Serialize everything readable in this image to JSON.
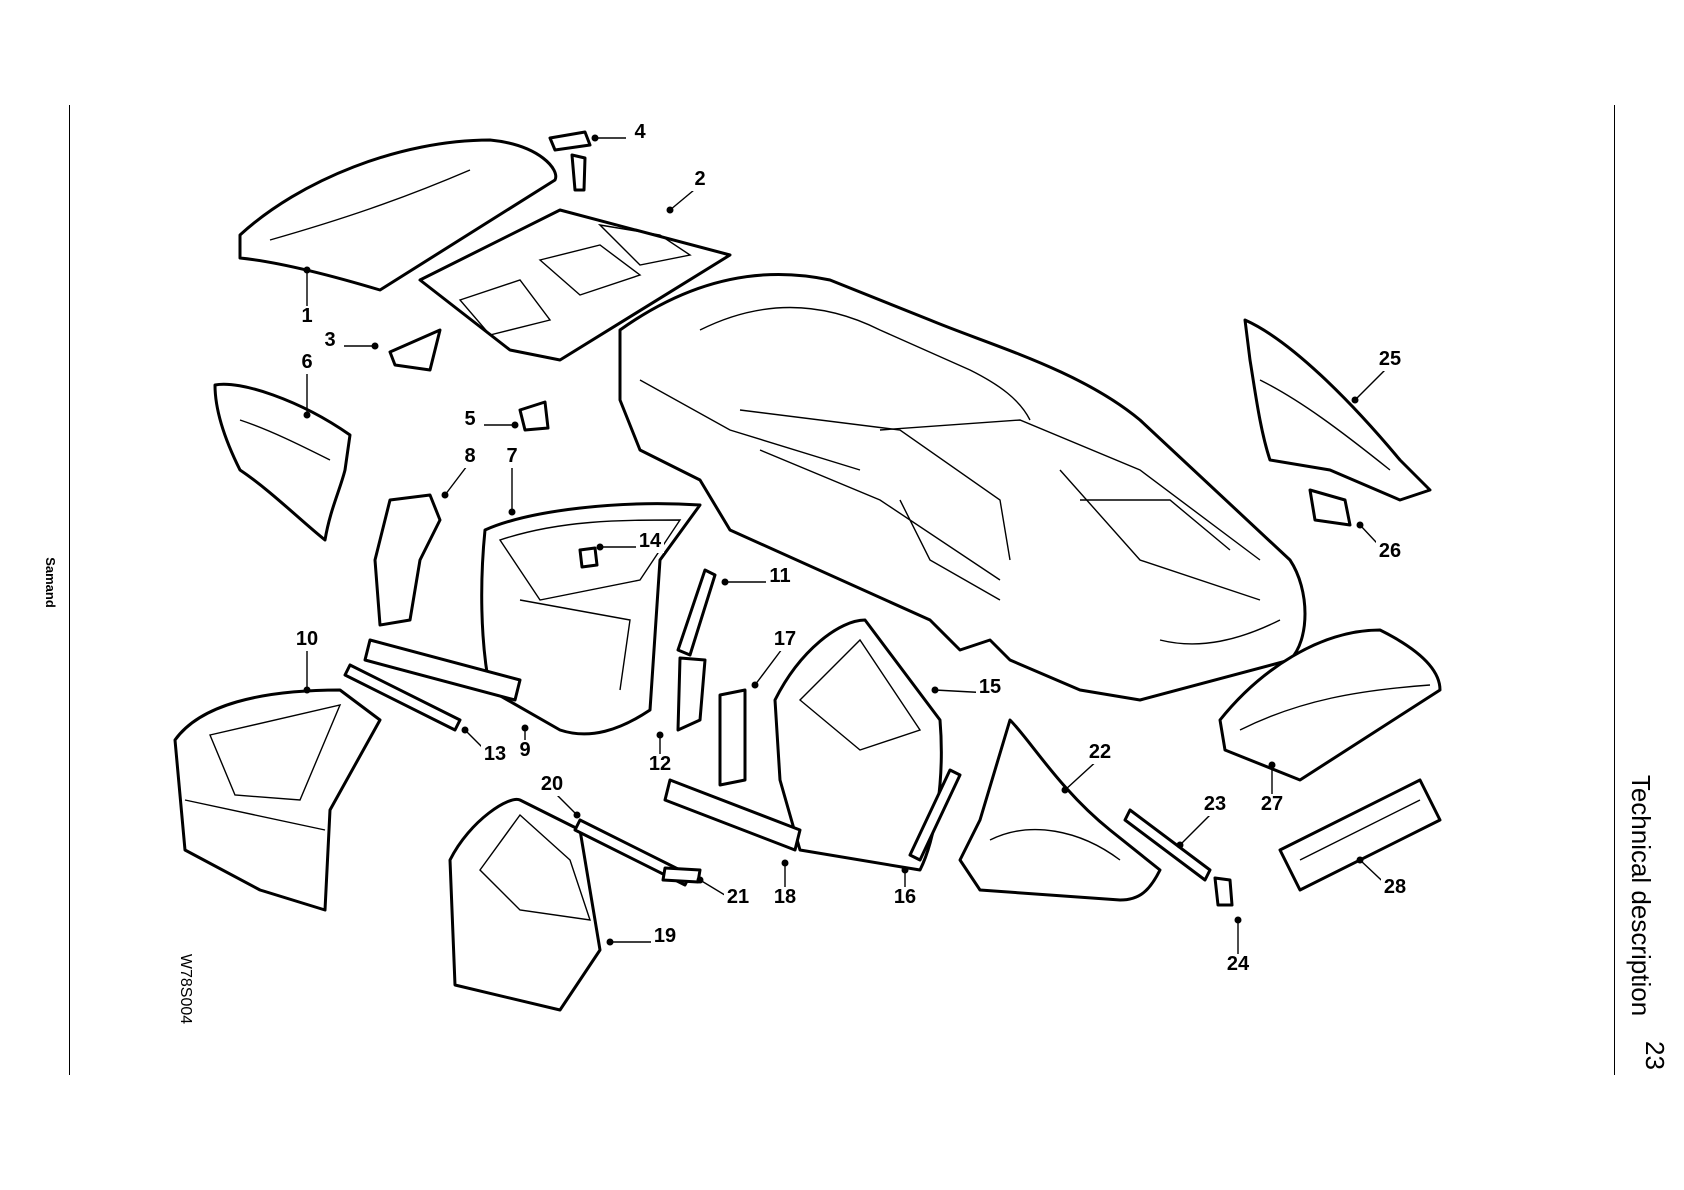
{
  "page": {
    "side_label": "Samand",
    "section_title": "Technical description",
    "page_number": "23",
    "figure_code": "W78S004"
  },
  "callouts": [
    "1",
    "2",
    "3",
    "4",
    "5",
    "6",
    "7",
    "8",
    "9",
    "10",
    "11",
    "12",
    "13",
    "14",
    "15",
    "16",
    "17",
    "18",
    "19",
    "20",
    "21",
    "22",
    "23",
    "24",
    "25",
    "26",
    "27",
    "28"
  ]
}
